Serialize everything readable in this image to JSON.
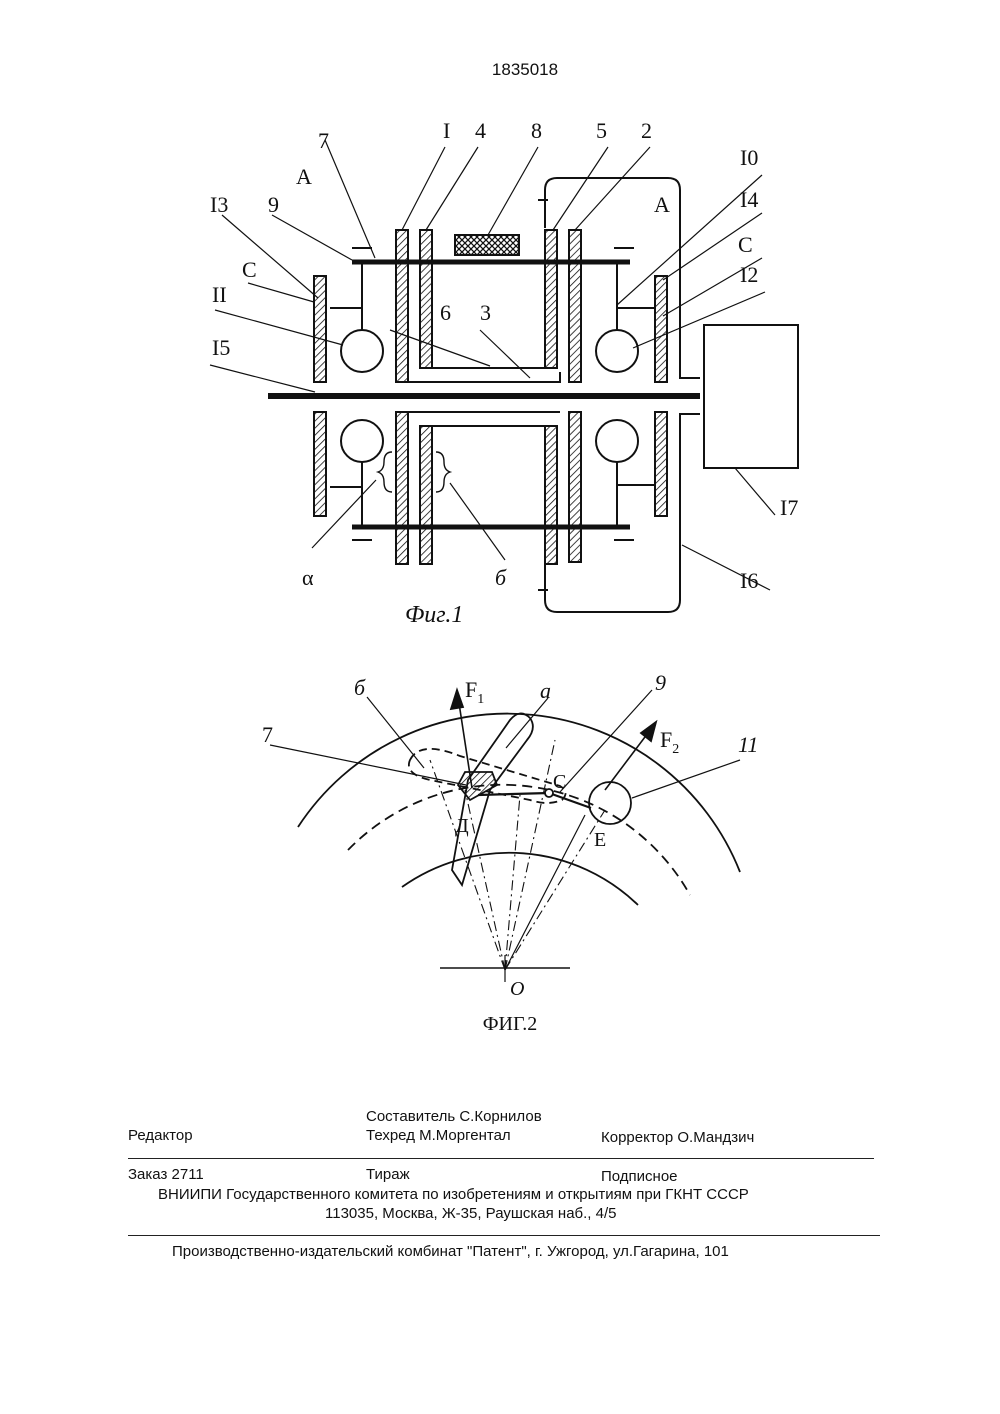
{
  "doc_number": "1835018",
  "fig1": {
    "caption": "Фиг.1",
    "labels": {
      "n7": "7",
      "nI": "I",
      "n4": "4",
      "n8": "8",
      "n5": "5",
      "n2": "2",
      "nA_left": "A",
      "nA_right": "A",
      "nI0": "I0",
      "nI3": "I3",
      "n9": "9",
      "nI4": "I4",
      "nC_left": "C",
      "nC_right": "C",
      "nII": "II",
      "nI2": "I2",
      "n6": "6",
      "n3": "3",
      "nI5": "I5",
      "nI7": "I7",
      "nI6": "I6",
      "n_alpha": "α",
      "n_b": "б"
    }
  },
  "fig2": {
    "caption": "ФИГ.2",
    "labels": {
      "F1": "F",
      "F1_sub": "1",
      "F2": "F",
      "F2_sub": "2",
      "n_b": "б",
      "n_a": "a",
      "n9": "9",
      "n7": "7",
      "n11": "11",
      "C": "С",
      "D": "Д",
      "E": "E",
      "O": "O"
    }
  },
  "colophon": {
    "compiler": "Составитель  С.Корнилов",
    "editor": "Редактор",
    "techred": "Техред М.Моргентал",
    "corrector": "Корректор О.Мандзич",
    "order": "Заказ  2711",
    "circulation": "Тираж",
    "subscription": "Подписное",
    "institute": "ВНИИПИ Государственного комитета по изобретениям и открытиям при ГКНТ СССР",
    "address": "113035, Москва, Ж-35, Раушская наб., 4/5",
    "printer": "Производственно-издательский комбинат \"Патент\", г. Ужгород, ул.Гагарина, 101"
  }
}
